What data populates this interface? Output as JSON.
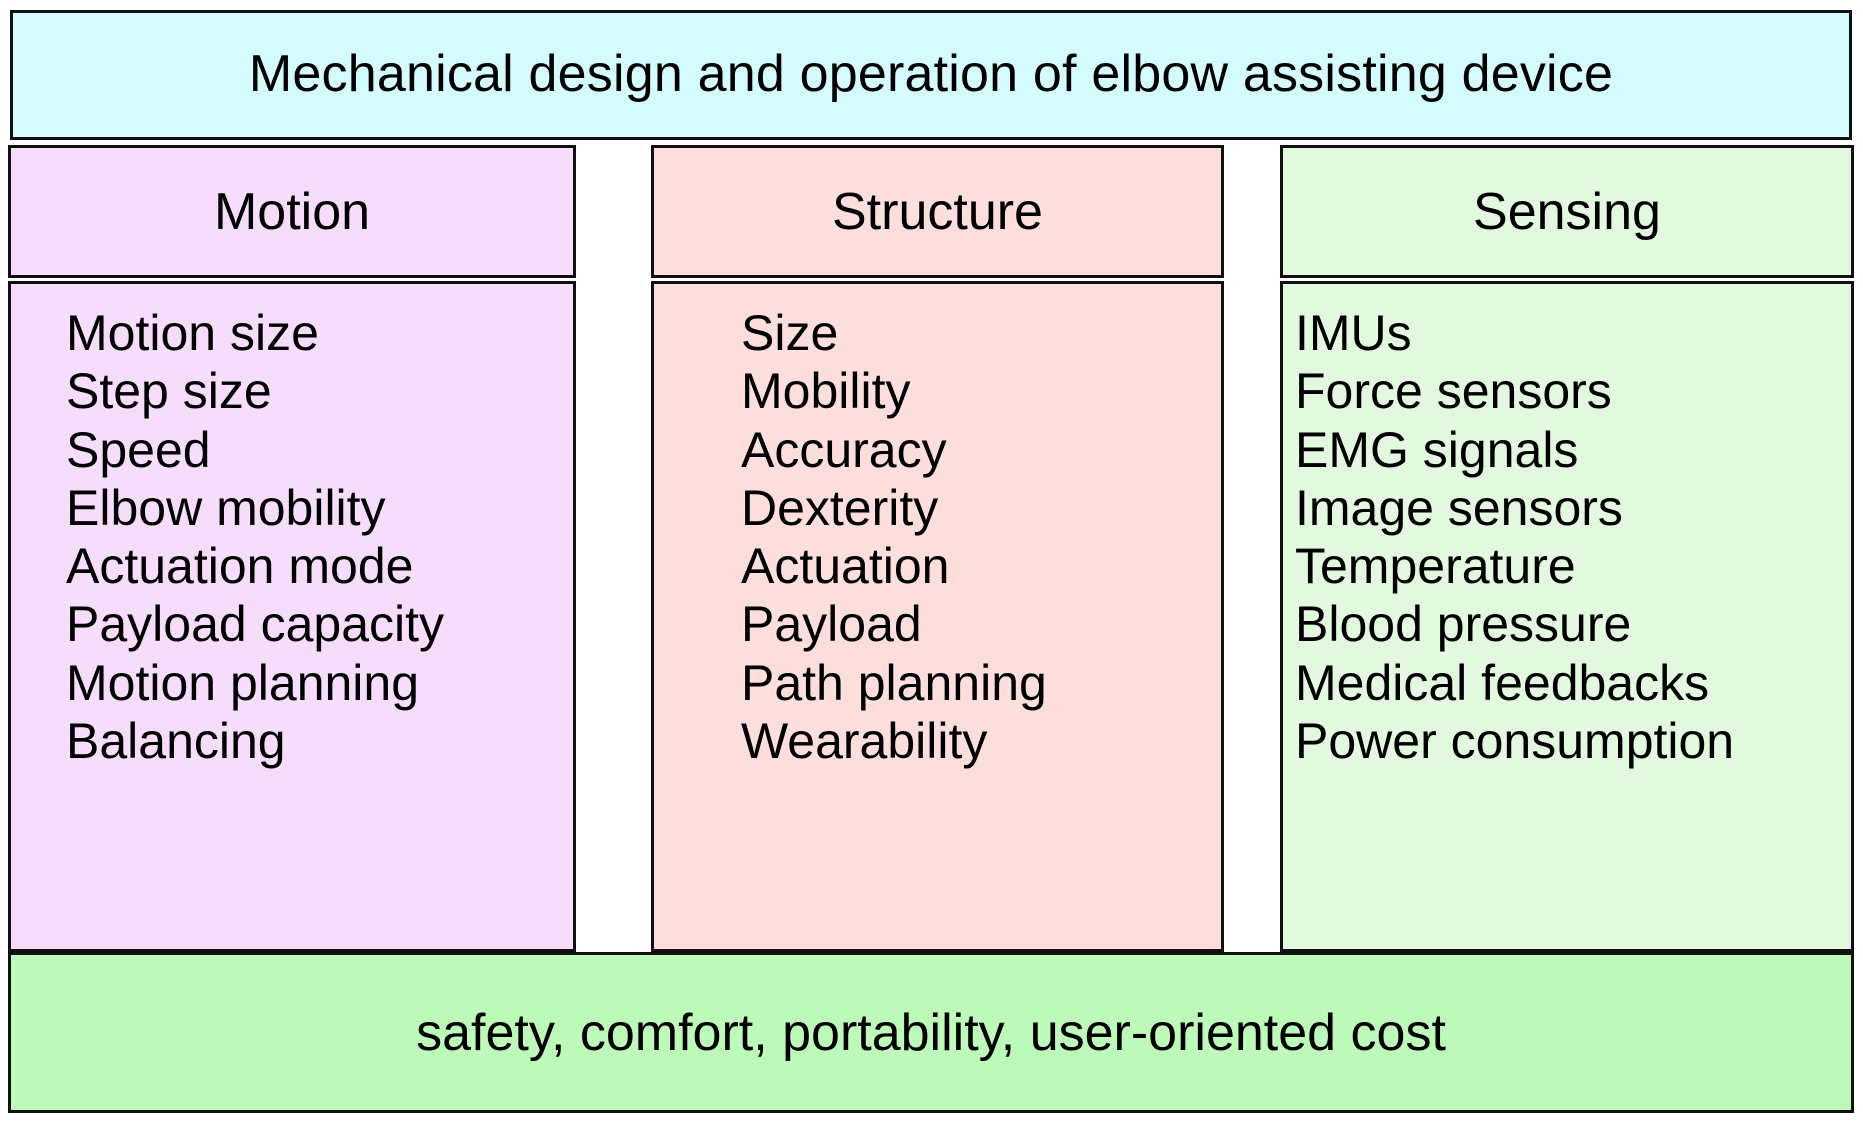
{
  "title": {
    "text": "Mechanical design and operation of elbow assisting device",
    "background_color": "#d4fbfd"
  },
  "columns": [
    {
      "header": "Motion",
      "background_color": "#f5ddfb",
      "items": [
        "Motion size",
        "Step size",
        "Speed",
        "Elbow mobility",
        "Actuation mode",
        "Payload capacity",
        "Motion planning",
        "Balancing"
      ]
    },
    {
      "header": "Structure",
      "background_color": "#fcdedd",
      "items": [
        "Size",
        "Mobility",
        "Accuracy",
        "Dexterity",
        "Actuation",
        "Payload",
        "Path planning",
        "Wearability"
      ]
    },
    {
      "header": "Sensing",
      "background_color": "#e2f9e0",
      "items": [
        "IMUs",
        "Force sensors",
        "EMG signals",
        "Image sensors",
        "Temperature",
        "Blood pressure",
        "Medical feedbacks",
        "Power consumption"
      ]
    }
  ],
  "footer": {
    "text": "safety, comfort, portability, user-oriented cost",
    "background_color": "#bdf9b8"
  },
  "border_color": "#101010"
}
